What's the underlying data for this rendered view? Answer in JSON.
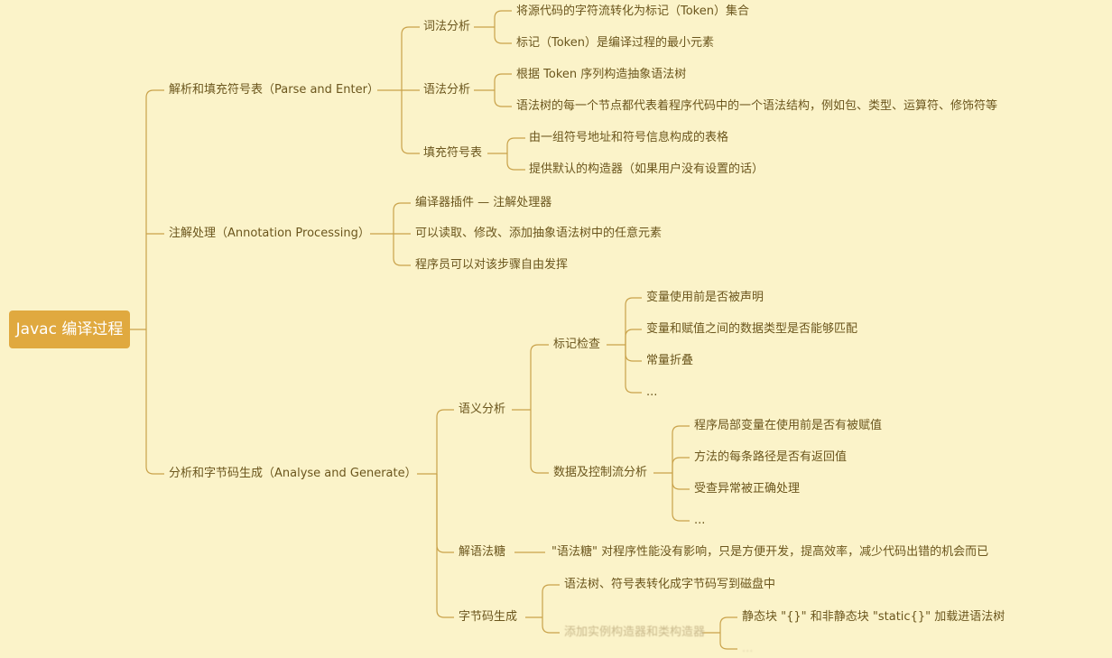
{
  "root": {
    "label": "Javac 编译过程"
  },
  "branches": {
    "parse": {
      "label": "解析和填充符号表（Parse and Enter）",
      "lexical": {
        "label": "词法分析",
        "items": [
          "将源代码的字符流转化为标记（Token）集合",
          "标记（Token）是编译过程的最小元素"
        ]
      },
      "syntax": {
        "label": "语法分析",
        "items": [
          "根据 Token 序列构造抽象语法树",
          "语法树的每一个节点都代表着程序代码中的一个语法结构，例如包、类型、运算符、修饰符等"
        ]
      },
      "symbol": {
        "label": "填充符号表",
        "items": [
          "由一组符号地址和符号信息构成的表格",
          "提供默认的构造器（如果用户没有设置的话）"
        ]
      }
    },
    "annotation": {
      "label": "注解处理（Annotation Processing）",
      "items": [
        "编译器插件 — 注解处理器",
        "可以读取、修改、添加抽象语法树中的任意元素",
        "程序员可以对该步骤自由发挥"
      ]
    },
    "analyse": {
      "label": "分析和字节码生成（Analyse and Generate）",
      "semantic": {
        "label": "语义分析",
        "mark_check": {
          "label": "标记检查",
          "items": [
            "变量使用前是否被声明",
            "变量和赋值之间的数据类型是否能够匹配",
            "常量折叠",
            "..."
          ]
        },
        "flow": {
          "label": "数据及控制流分析",
          "items": [
            "程序局部变量在使用前是否有被赋值",
            "方法的每条路径是否有返回值",
            "受查异常被正确处理",
            "..."
          ]
        }
      },
      "sugar": {
        "label": "解语法糖",
        "items": [
          "\"语法糖\" 对程序性能没有影响，只是方便开发，提高效率，减少代码出错的机会而已"
        ]
      },
      "bytecode": {
        "label": "字节码生成",
        "items": [
          "语法树、符号表转化成字节码写到磁盘中"
        ],
        "sub": {
          "label": "添加实例构造器和类构造器",
          "items": [
            "静态块 \"{}\" 和非静态块 \"static{}\" 加载进语法树",
            "..."
          ]
        }
      }
    }
  },
  "colors": {
    "background": "#fbf3c9",
    "root_fill": "#e0a93f",
    "line": "#c9a24a",
    "text": "#6b561d"
  }
}
